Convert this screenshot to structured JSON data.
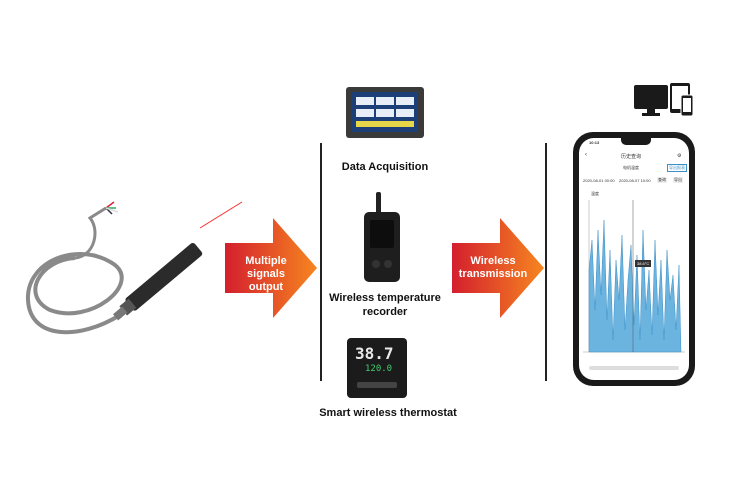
{
  "arrow1": {
    "line1": "Multiple signals",
    "line2": "output"
  },
  "arrow2": {
    "line1": "Wireless",
    "line2": "transmission"
  },
  "devices": {
    "data_acquisition": "Data Acquisition",
    "recorder_line1": "Wireless temperature",
    "recorder_line2": "recorder",
    "thermostat": "Smart wireless thermostat"
  },
  "thermostat_display": {
    "pv": "38.7",
    "sv": "120.0"
  },
  "phone": {
    "time": "10:13",
    "title": "历史查询",
    "subtitle": "电机温度",
    "export_button": "导出报表",
    "date_start": "2020-08-01 00:00",
    "date_end": "2020-08-07 10:00",
    "btn_query": "查询",
    "btn_export": "导出",
    "legend": "温度",
    "tooltip": "38.6°C"
  },
  "colors": {
    "arrow_start": "#d41f2e",
    "arrow_end": "#f6861f",
    "chart_fill": "#6bb4e0",
    "chart_line": "#3d8fc6"
  },
  "icons": [
    "desktop-monitor-icon",
    "tablet-icon",
    "smartphone-icon"
  ]
}
